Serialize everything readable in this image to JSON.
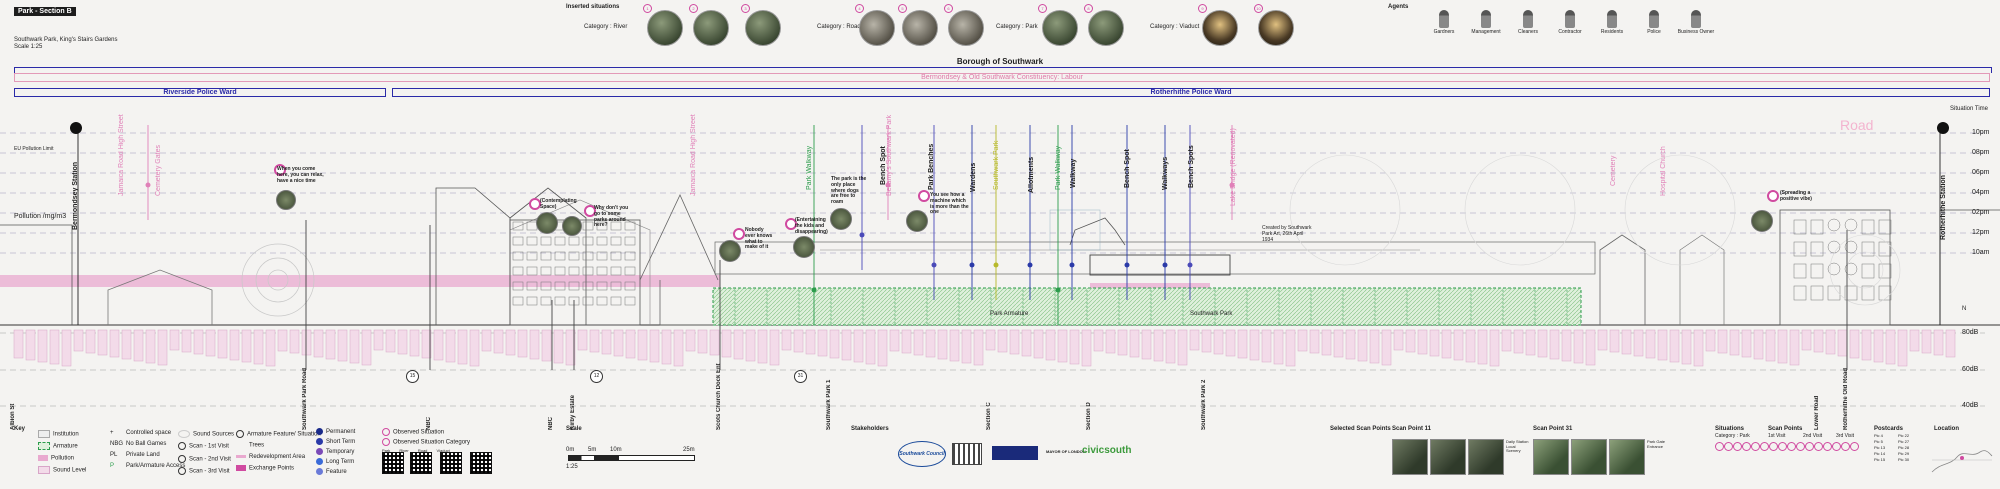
{
  "header": {
    "tag": "Park - Section B",
    "site": "Southwark Park, King's Stairs Gardens",
    "scale": "Scale 1:25"
  },
  "inserted_situations": {
    "title": "Inserted situations",
    "categories": [
      {
        "label": "Category : River",
        "photos": 3
      },
      {
        "label": "Category : Road",
        "photos": 3
      },
      {
        "label": "Category : Park",
        "photos": 2
      },
      {
        "label": "Category : Viaduct",
        "photos": 2
      }
    ],
    "badges": [
      "1",
      "2",
      "3",
      "4",
      "5",
      "6",
      "7",
      "8",
      "9",
      "10",
      "11",
      "12"
    ]
  },
  "agents": {
    "title": "Agents",
    "items": [
      "Gardners",
      "Management",
      "Cleaners",
      "Contractor",
      "Residents",
      "Police",
      "Business Owner"
    ]
  },
  "boundaries": {
    "borough": "Borough of Southwark",
    "constituency": "Bermondsey & Old Southwark Constituency: Labour",
    "ward_left": "Riverside Police Ward",
    "ward_right": "Rotherhithe Police Ward"
  },
  "axes": {
    "time_title": "Situation Time",
    "times": [
      "10pm",
      "08pm",
      "06pm",
      "04pm",
      "02pm",
      "12pm",
      "10am"
    ],
    "decibels": [
      "80dB",
      "60dB",
      "40dB"
    ],
    "pollution_label": "Pollution /mg/m3",
    "eu_label": "EU Pollution Limit",
    "scale_arrow": "N"
  },
  "stations": {
    "left": "Bermondsey Station",
    "right": "Rotherhithe Station"
  },
  "vertical_labels": {
    "pink": [
      "Jamaica Road High Street",
      "Cemetery Gates",
      "Jamaica Road High Street",
      "Bellamy's Southwark Park",
      "Lake Bridge (Renovated)",
      "Cemetery",
      "Hospital Church",
      "Road"
    ],
    "green": [
      "Park Walkway",
      "Southwark Park",
      "Park Walkway"
    ],
    "blue": [
      "Bench Spot",
      "Park Benches",
      "Wardens",
      "Allotments",
      "Walkway",
      "Bench Spot",
      "Walkways",
      "Bench Spots"
    ]
  },
  "quotes": [
    "When you come here, you can relax, have a nice time",
    "(Contemplating Space)",
    "Why don't you go to some parks around here?",
    "Nobody ever knows what to make of it",
    "(Entertaining the kids and disappearing)",
    "The park is the only place where dogs are free to roam",
    "You see how a machine which is more than the one",
    "(Spreading a positive vibe)"
  ],
  "section_labels": {
    "armature": "Park Armature",
    "park": "Southwark Park",
    "created": "Created by Southwark Park Art, 26th April 1934"
  },
  "bottom_labels": [
    {
      "text": "Albion St",
      "num": ""
    },
    {
      "text": "Southwark Park Road",
      "num": ""
    },
    {
      "text": "",
      "num": "15"
    },
    {
      "text": "NBC",
      "num": ""
    },
    {
      "text": "NBC",
      "num": ""
    },
    {
      "text": "Kirby Estate",
      "num": ""
    },
    {
      "text": "",
      "num": "12"
    },
    {
      "text": "Scots Church Dock Ent",
      "num": ""
    },
    {
      "text": "",
      "num": "31"
    },
    {
      "text": "Southwark Park 1",
      "num": ""
    },
    {
      "text": "Section C",
      "num": ""
    },
    {
      "text": "Section D",
      "num": ""
    },
    {
      "text": "Southwark Park 2",
      "num": ""
    },
    {
      "text": "Lower Road",
      "num": ""
    },
    {
      "text": "Rotherhithe Old Road",
      "num": ""
    }
  ],
  "key": {
    "title": "Key",
    "col1": [
      "Institution",
      "Armature",
      "Pollution",
      "Sound Level"
    ],
    "col2": [
      "Controlled space",
      "No Ball Games",
      "Private Land",
      "Park/Armature Access"
    ],
    "col2_codes": [
      "+",
      "NBG",
      "PL",
      "P"
    ],
    "col3": [
      "Sound Sources",
      "Scan - 1st Visit",
      "Scan - 2nd Visit",
      "Scan - 3rd Visit"
    ],
    "col4": [
      "Armature Feature/ Situation",
      "Trees",
      "Redevelopment Area",
      "Exchange Points"
    ],
    "legend_title": "",
    "legend": [
      {
        "label": "Permanent",
        "color": "#1a2a8a"
      },
      {
        "label": "Short Term",
        "color": "#2a3aa8"
      },
      {
        "label": "Temporary",
        "color": "#7a4ab8"
      },
      {
        "label": "Long Term",
        "color": "#3a6ad8"
      },
      {
        "label": "Feature",
        "color": "#6a7ad8"
      }
    ],
    "observed": [
      "Observed Situation",
      "Observed Situation Category"
    ],
    "observed_cats": [
      "Park",
      "River",
      "Road",
      "Viaduct"
    ]
  },
  "scale_bar": {
    "title": "Scale",
    "ticks": [
      "0m",
      "5m",
      "10m",
      "25m"
    ],
    "ratio": "1:25"
  },
  "stakeholders": {
    "title": "Stakeholders",
    "logos": [
      "Southwark Council",
      "",
      "",
      "MAYOR OF LONDON",
      "civicsouth"
    ]
  },
  "scan_points": {
    "title": "Selected Scan Points",
    "a_title": "Scan Point 11",
    "b_title": "Scan Point 31",
    "a_note": "Daily Station Local Scenery",
    "b_note": "Park Gate Entrance"
  },
  "situations_panel": {
    "title": "Situations",
    "cat": "Category : Park",
    "scan_title": "Scan Points",
    "visits": [
      "1st Visit",
      "2nd Visit",
      "3rd Visit"
    ],
    "postcards_title": "Postcards",
    "postcards": [
      "Pic 4",
      "Pic 5",
      "Pic 13",
      "Pic 14",
      "Pic 15",
      "Pic 22",
      "Pic 27",
      "Pic 28",
      "Pic 29",
      "Pic 30"
    ],
    "location_title": "Location"
  },
  "colors": {
    "pink": "#e080b8",
    "blue": "#2a2aa8",
    "green": "#2c9c4c",
    "armature_fill": "#d8efd6",
    "pollution": "#e9a9cf"
  }
}
